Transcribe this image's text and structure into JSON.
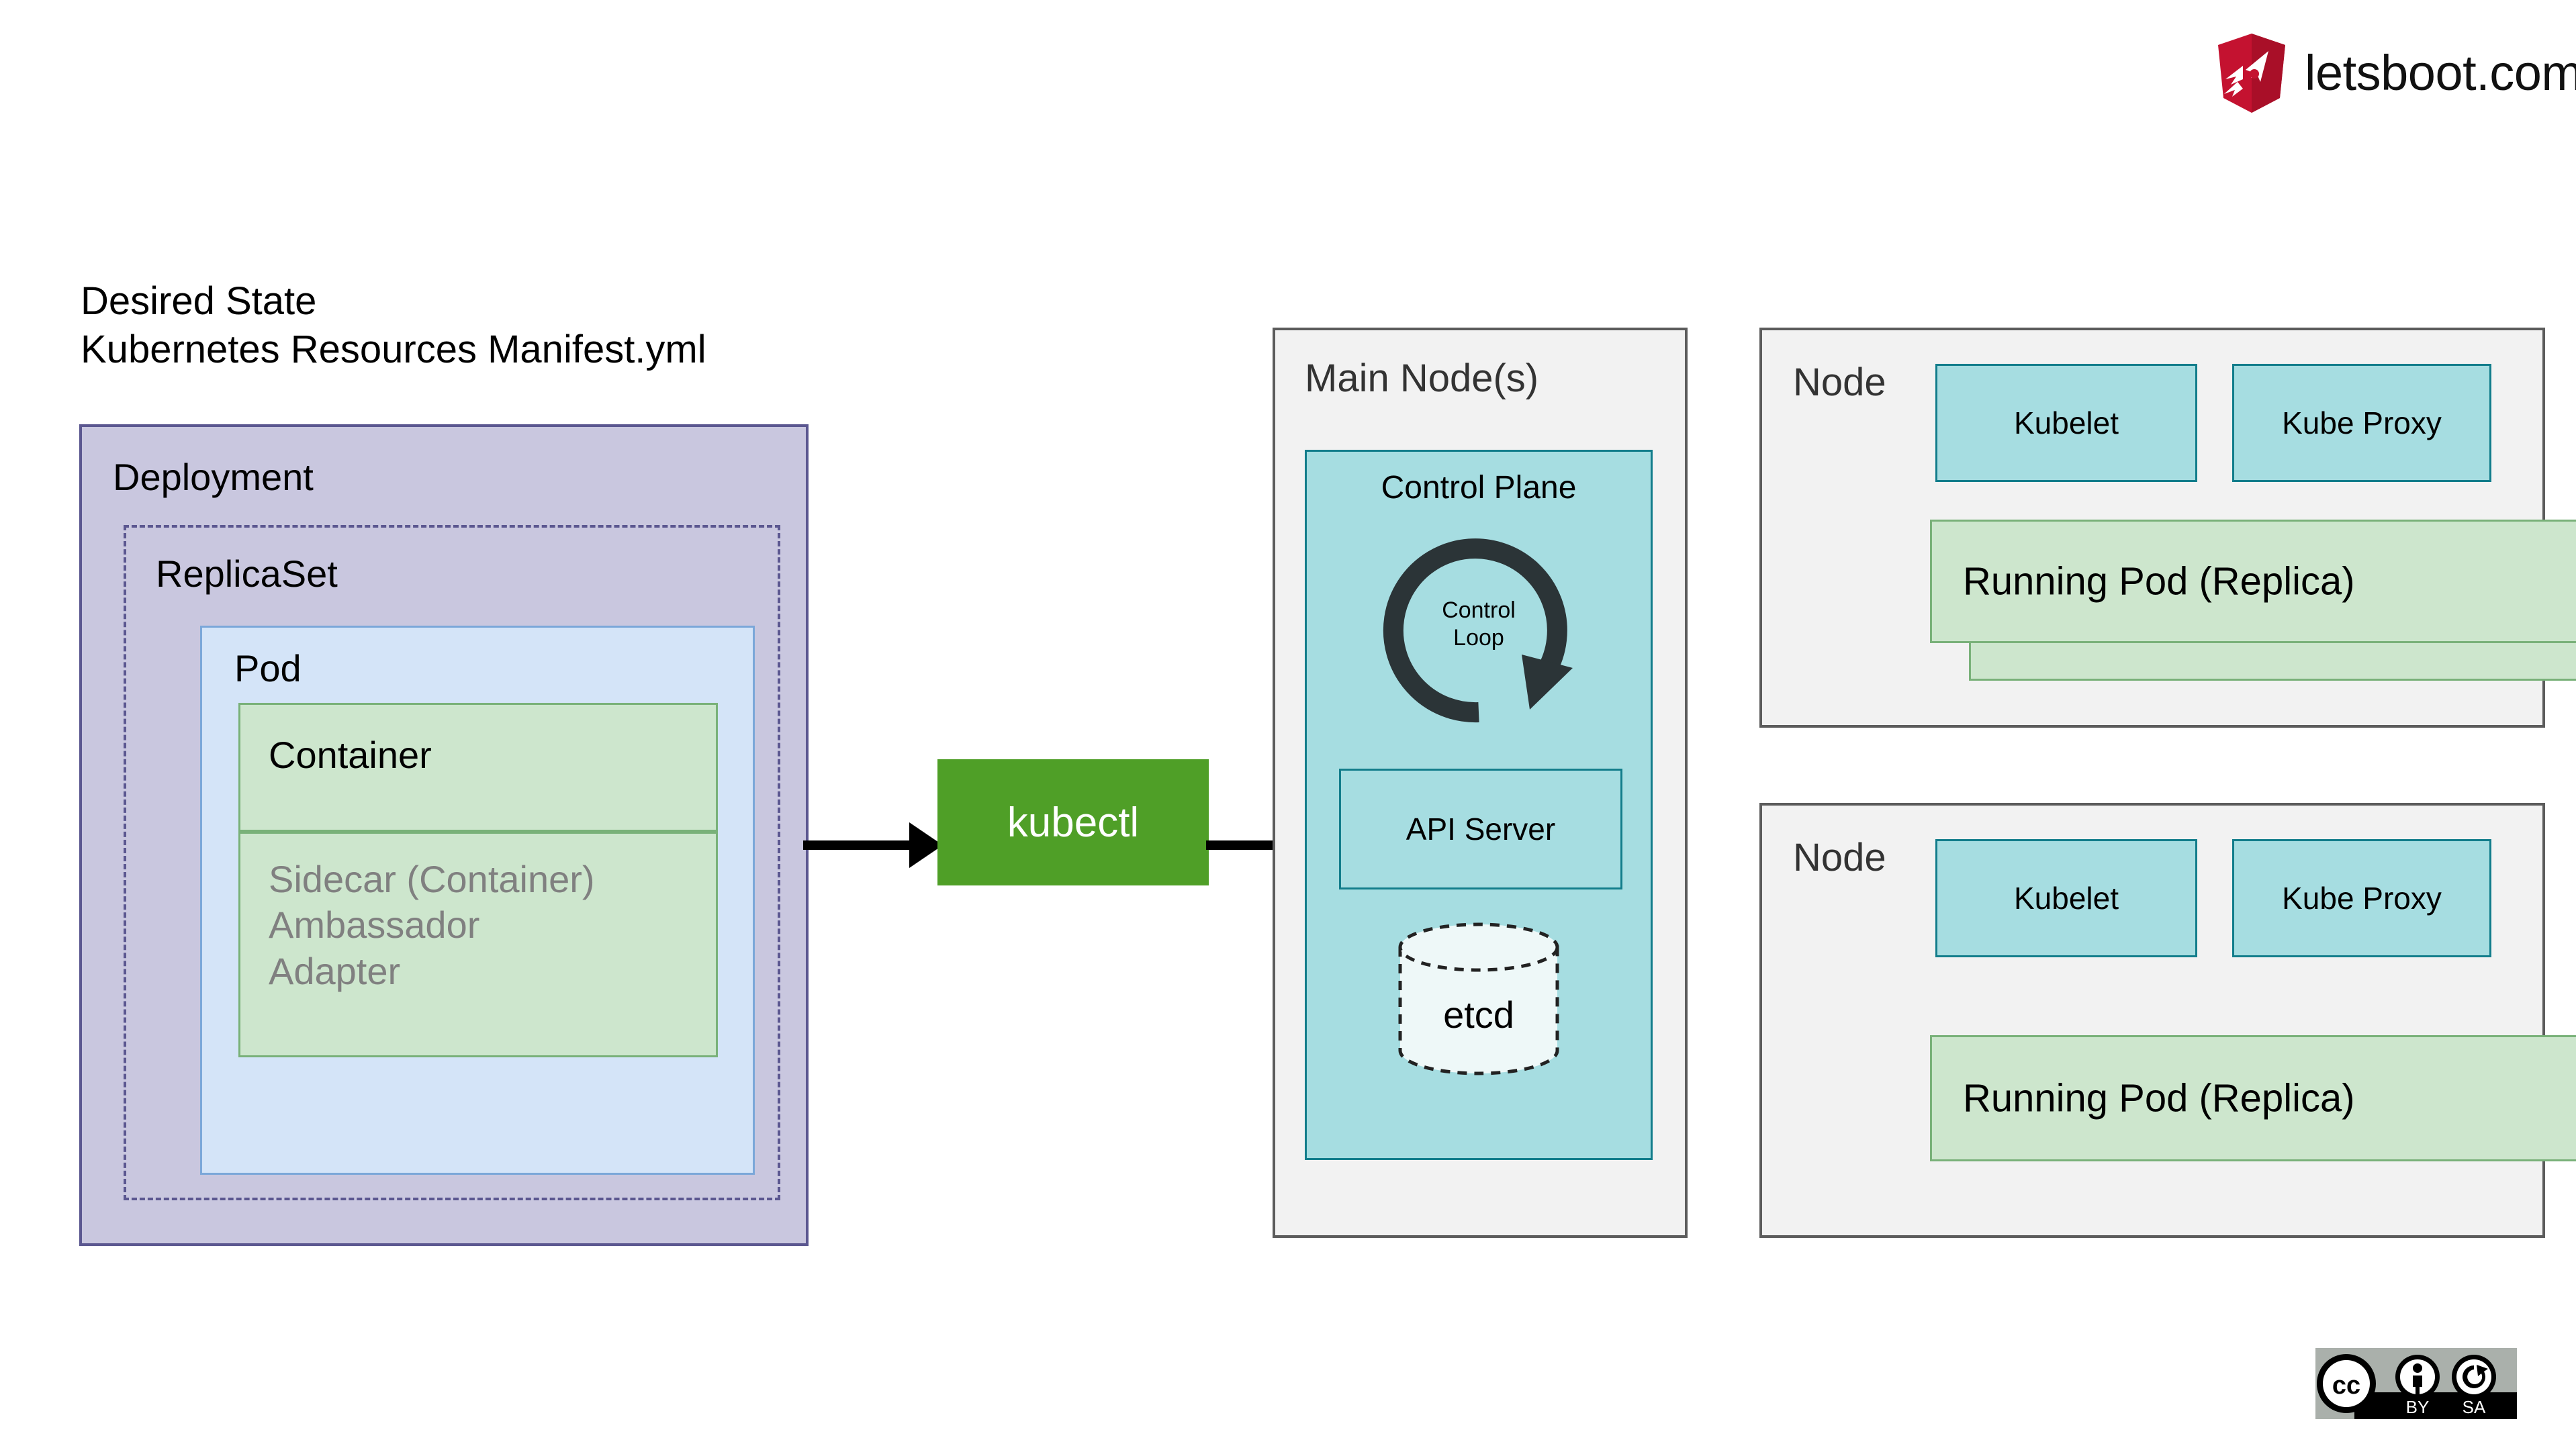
{
  "brand": {
    "name": "letsboot.com",
    "logo_icon": "rocket-shield-icon",
    "logo_color": "#c41230"
  },
  "left_column": {
    "heading": "Desired State\nKubernetes Resources Manifest.yml",
    "deployment": {
      "label": "Deployment",
      "fill": "#c9c7df",
      "border": "#5b5790",
      "replicaset": {
        "label": "ReplicaSet",
        "border_style": "dashed",
        "pod": {
          "label": "Pod",
          "fill": "#d4e4f8",
          "containers": [
            {
              "label": "Container",
              "text_color": "#000000",
              "fill": "#cde6cd"
            },
            {
              "label": "Sidecar (Container)\nAmbassador\nAdapter",
              "text_color": "#808080",
              "fill": "#cde6cd"
            }
          ]
        }
      }
    }
  },
  "kubectl": {
    "label": "kubectl",
    "fill": "#4f9f27",
    "text_color": "#ffffff",
    "arrow_in_name": "arrow-manifest-to-kubectl",
    "arrow_out_name": "arrow-kubectl-to-api-server"
  },
  "main_node": {
    "label": "Main Node(s)",
    "fill": "#f2f2f2",
    "control_plane": {
      "label": "Control Plane",
      "fill": "#a6dde1",
      "border": "#127d8b",
      "control_loop": {
        "label": "Control\nLoop",
        "icon": "circular-arrow-icon",
        "color": "#2b3437"
      },
      "api_server": {
        "label": "API Server"
      },
      "etcd": {
        "label": "etcd",
        "shape": "cylinder",
        "border_style": "dashed",
        "fill": "#eef8f8"
      }
    }
  },
  "nodes": [
    {
      "label": "Node",
      "agents": [
        {
          "label": "Kubelet"
        },
        {
          "label": "Kube Proxy"
        }
      ],
      "pods": [
        {
          "label": "Running Pod (Replica)",
          "stacked": true
        },
        {
          "label": "",
          "stacked": true
        }
      ]
    },
    {
      "label": "Node",
      "agents": [
        {
          "label": "Kubelet"
        },
        {
          "label": "Kube Proxy"
        }
      ],
      "pods": [
        {
          "label": "Running Pod (Replica)",
          "stacked": false
        }
      ]
    }
  ],
  "license": {
    "icons": [
      "cc-icon",
      "by-person-icon",
      "sa-share-alike-icon"
    ],
    "by_label": "BY",
    "sa_label": "SA"
  },
  "palette": {
    "teal_fill": "#a6dde1",
    "teal_border": "#127d8b",
    "green_fill": "#cde6cd",
    "green_border": "#79b179",
    "lavender_fill": "#c9c7df",
    "lavender_border": "#5b5790",
    "pod_blue": "#d4e4f8",
    "panel_gray": "#f2f2f2",
    "kubectl_green": "#4f9f27",
    "arrow_black": "#000000"
  }
}
